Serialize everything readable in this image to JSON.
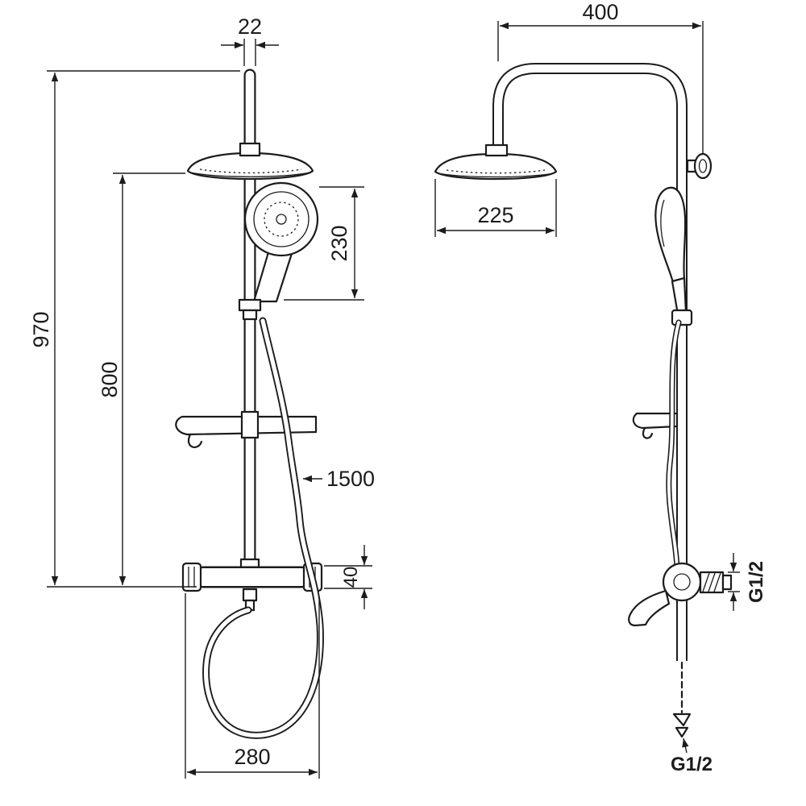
{
  "meta": {
    "background": "#ffffff",
    "line_color": "#1c1c1c",
    "drawing_type": "shower-system-dimensional-drawing"
  },
  "front_view": {
    "dims": {
      "pipe_width": "22",
      "overall_height": "970",
      "rail_height": "800",
      "hand_shower_length": "230",
      "hose_length": "1500",
      "mixer_height": "40",
      "mixer_width": "280"
    }
  },
  "side_view": {
    "dims": {
      "arm_reach": "400",
      "head_diameter": "225",
      "side_thread": "G1/2",
      "bottom_thread": "G1/2"
    }
  }
}
